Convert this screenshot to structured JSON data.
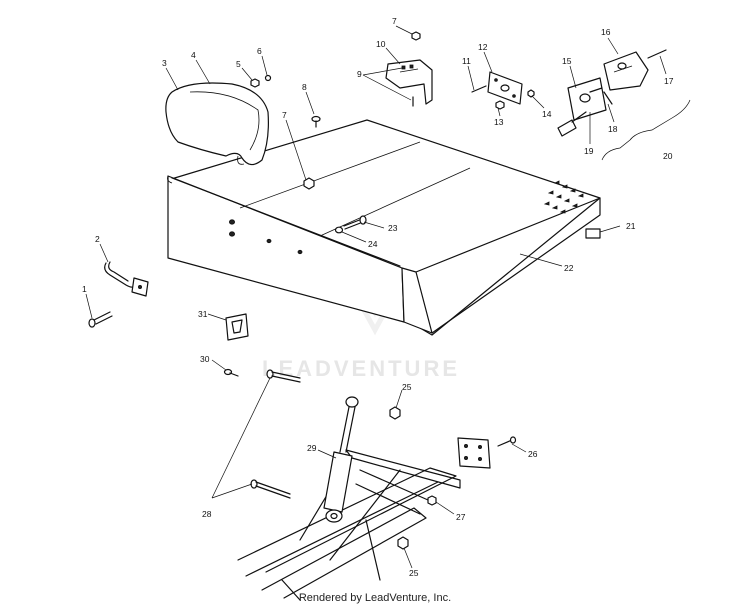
{
  "watermark": "LEADVENTURE",
  "caption": "Rendered by LeadVenture, Inc.",
  "callouts": {
    "c1": "1",
    "c2": "2",
    "c3": "3",
    "c4": "4",
    "c5": "5",
    "c6": "6",
    "c7a": "7",
    "c7b": "7",
    "c8": "8",
    "c9": "9",
    "c10": "10",
    "c11": "11",
    "c12": "12",
    "c13": "13",
    "c14": "14",
    "c15": "15",
    "c16": "16",
    "c17": "17",
    "c18": "18",
    "c19": "19",
    "c20": "20",
    "c21": "21",
    "c22": "22",
    "c23": "23",
    "c24": "24",
    "c25a": "25",
    "c25b": "25",
    "c26": "26",
    "c27": "27",
    "c28": "28",
    "c29": "29",
    "c30": "30",
    "c31": "31"
  }
}
